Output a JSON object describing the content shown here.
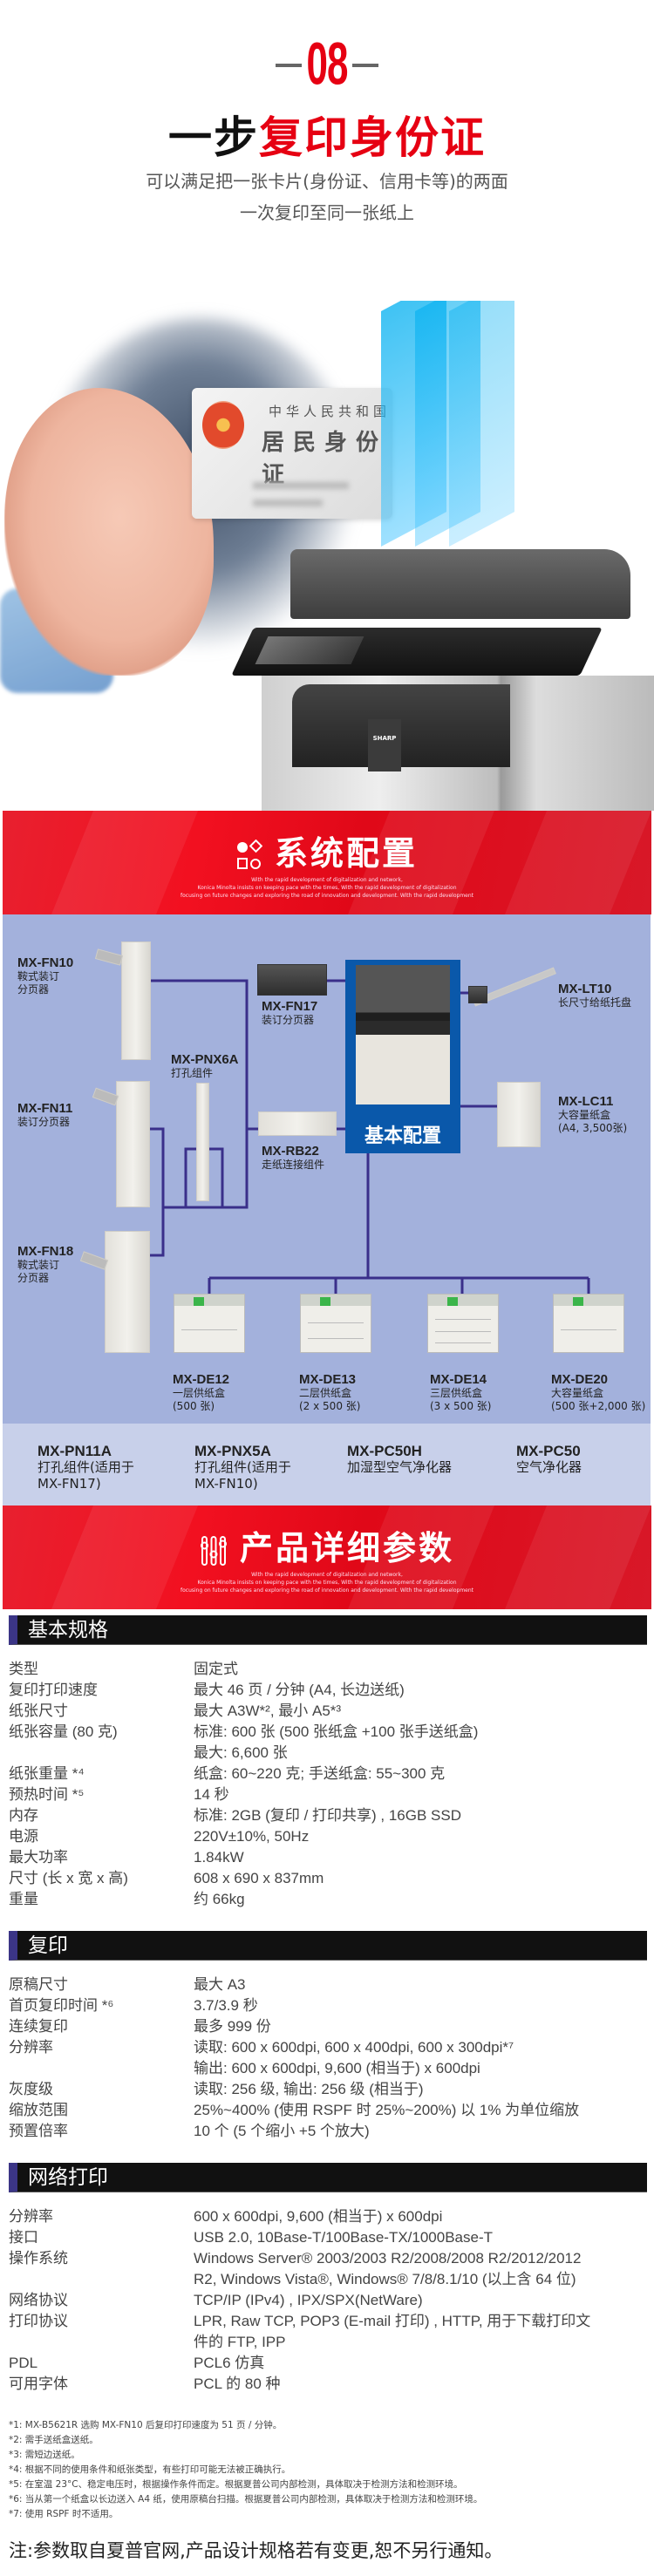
{
  "header": {
    "number": "08",
    "title_black": "一步",
    "title_red": "复印身份证",
    "subtitle_line1": "可以满足把一张卡片(身份证、信用卡等)的两面",
    "subtitle_line2": "一次复印至同一张纸上"
  },
  "photo": {
    "card_line1": "中华人民共和国",
    "card_line2": "居民身份证",
    "brand": "SHARP"
  },
  "colors": {
    "accent_red": "#e60012",
    "config_bg": "#a3b1dc",
    "base_box": "#0a58aa",
    "line": "#3a2f8a"
  },
  "banner_config": {
    "title": "系统配置",
    "icon": "grid-shapes-icon",
    "en": [
      "With the rapid development of digitalization and network,",
      "Konica Minolta insists on keeping pace with the times, With the rapid development of digitalization",
      "focusing on future changes and exploring the road of innovation and development. With the rapid development"
    ]
  },
  "config": {
    "base": "基本配置",
    "items": {
      "fn10": {
        "model": "MX-FN10",
        "desc": [
          "鞍式装订",
          "分页器"
        ]
      },
      "fn11": {
        "model": "MX-FN11",
        "desc": [
          "装订分页器"
        ]
      },
      "fn18": {
        "model": "MX-FN18",
        "desc": [
          "鞍式装订",
          "分页器"
        ]
      },
      "pnx6a": {
        "model": "MX-PNX6A",
        "desc": [
          "打孔组件"
        ]
      },
      "fn17": {
        "model": "MX-FN17",
        "desc": [
          "装订分页器"
        ]
      },
      "rb22": {
        "model": "MX-RB22",
        "desc": [
          "走纸连接组件"
        ]
      },
      "lt10": {
        "model": "MX-LT10",
        "desc": [
          "长尺寸给纸托盘"
        ]
      },
      "lc11": {
        "model": "MX-LC11",
        "desc": [
          "大容量纸盒",
          "(A4, 3,500张)"
        ]
      },
      "de12": {
        "model": "MX-DE12",
        "desc": [
          "一层供纸盒",
          "(500 张)"
        ]
      },
      "de13": {
        "model": "MX-DE13",
        "desc": [
          "二层供纸盒",
          "(2 x 500 张)"
        ]
      },
      "de14": {
        "model": "MX-DE14",
        "desc": [
          "三层供纸盒",
          "(3 x 500 张)"
        ]
      },
      "de20": {
        "model": "MX-DE20",
        "desc": [
          "大容量纸盒",
          "(500 张+2,000 张)"
        ]
      }
    },
    "accessories": [
      {
        "model": "MX-PN11A",
        "desc": [
          "打孔组件(适用于",
          "MX-FN17)"
        ]
      },
      {
        "model": "MX-PNX5A",
        "desc": [
          "打孔组件(适用于",
          "MX-FN10)"
        ]
      },
      {
        "model": "MX-PC50H",
        "desc": [
          "加湿型空气净化器"
        ]
      },
      {
        "model": "MX-PC50",
        "desc": [
          "空气净化器"
        ]
      }
    ]
  },
  "banner_specs": {
    "title": "产品详细参数",
    "icon": "sliders-icon",
    "en": [
      "With the rapid development of digitalization and network,",
      "Konica Minolta insists on keeping pace with the times, With the rapid development of digitalization",
      "focusing on future changes and exploring the road of innovation and development. With the rapid development"
    ]
  },
  "specs": [
    {
      "title": "基本规格",
      "rows": [
        {
          "label": "类型",
          "values": [
            "固定式"
          ]
        },
        {
          "label": "复印打印速度",
          "values": [
            "最大 46 页 / 分钟 (A4, 长边送纸)"
          ]
        },
        {
          "label": "纸张尺寸",
          "values": [
            "最大 A3W*², 最小 A5*³"
          ]
        },
        {
          "label": "纸张容量 (80 克)",
          "values": [
            "标准: 600 张 (500 张纸盒 +100 张手送纸盒)",
            "最大: 6,600 张"
          ]
        },
        {
          "label": "纸张重量 *⁴",
          "values": [
            "纸盒: 60~220 克; 手送纸盒: 55~300 克"
          ]
        },
        {
          "label": "预热时间 *⁵",
          "values": [
            "14 秒"
          ]
        },
        {
          "label": "内存",
          "values": [
            "标准: 2GB (复印 / 打印共享) , 16GB SSD"
          ]
        },
        {
          "label": "电源",
          "values": [
            "220V±10%, 50Hz"
          ]
        },
        {
          "label": "最大功率",
          "values": [
            "1.84kW"
          ]
        },
        {
          "label": "尺寸 (长 x 宽 x 高)",
          "values": [
            "608 x 690 x 837mm"
          ]
        },
        {
          "label": "重量",
          "values": [
            "约 66kg"
          ]
        }
      ]
    },
    {
      "title": "复印",
      "rows": [
        {
          "label": "原稿尺寸",
          "values": [
            "最大 A3"
          ]
        },
        {
          "label": "首页复印时间 *⁶",
          "values": [
            "3.7/3.9 秒"
          ]
        },
        {
          "label": "连续复印",
          "values": [
            "最多 999 份"
          ]
        },
        {
          "label": "分辨率",
          "values": [
            "读取: 600 x 600dpi, 600 x 400dpi, 600 x 300dpi*⁷",
            "输出: 600 x 600dpi, 9,600 (相当于) x 600dpi"
          ]
        },
        {
          "label": "灰度级",
          "values": [
            "读取: 256 级, 输出: 256 级 (相当于)"
          ]
        },
        {
          "label": "缩放范围",
          "values": [
            "25%~400% (使用 RSPF 时 25%~200%) 以 1% 为单位缩放"
          ]
        },
        {
          "label": "预置倍率",
          "values": [
            "10 个 (5 个缩小 +5 个放大)"
          ]
        }
      ]
    },
    {
      "title": "网络打印",
      "rows": [
        {
          "label": "分辨率",
          "values": [
            "600 x 600dpi, 9,600 (相当于) x 600dpi"
          ]
        },
        {
          "label": "接口",
          "values": [
            "USB 2.0, 10Base-T/100Base-TX/1000Base-T"
          ]
        },
        {
          "label": "操作系统",
          "values": [
            "Windows Server® 2003/2003 R2/2008/2008 R2/2012/2012",
            "R2, Windows Vista®, Windows® 7/8/8.1/10 (以上含 64 位)"
          ]
        },
        {
          "label": "网络协议",
          "values": [
            "TCP/IP (IPv4) , IPX/SPX(NetWare)"
          ]
        },
        {
          "label": "打印协议",
          "values": [
            "LPR, Raw TCP, POP3 (E-mail 打印) , HTTP, 用于下载打印文",
            "件的 FTP, IPP"
          ]
        },
        {
          "label": "PDL",
          "values": [
            "PCL6 仿真"
          ]
        },
        {
          "label": "可用字体",
          "values": [
            "PCL 的 80 种"
          ]
        }
      ]
    }
  ],
  "footnotes": [
    "*1: MX-B5621R 选购 MX-FN10 后复印打印速度为 51 页 / 分钟。",
    "*2: 需手送纸盒送纸。",
    "*3: 需短边送纸。",
    "*4: 根据不同的使用条件和纸张类型，有些打印可能无法被正确执行。",
    "*5: 在室温 23°C、稳定电压时，根据操作条件而定。根据夏普公司内部检测，具体取决于检测方法和检测环境。",
    "*6: 当从第一个纸盒以长边送入 A4 纸，使用原稿台扫描。根据夏普公司内部检测，具体取决于检测方法和检测环境。",
    "*7: 使用 RSPF 时不适用。"
  ],
  "final_note": "注:参数取自夏普官网,产品设计规格若有变更,恕不另行通知。"
}
